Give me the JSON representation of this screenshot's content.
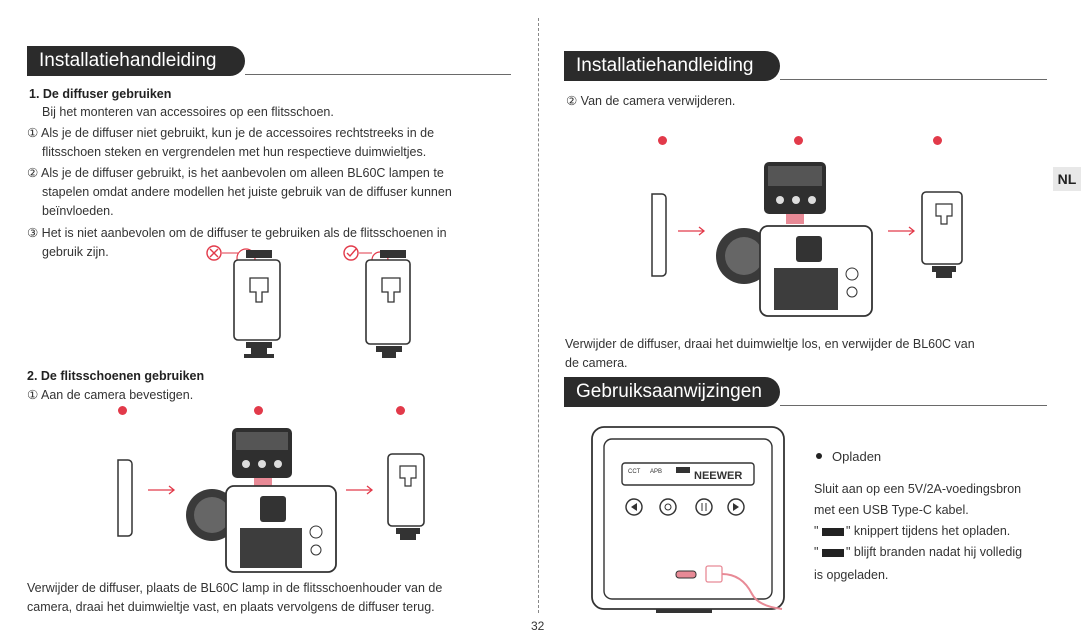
{
  "left": {
    "heading": "Installatiehandleiding",
    "sec1_title": "1. De diffuser gebruiken",
    "sec1_intro": "Bij het monteren van accessoires op een flitsschoen.",
    "item1_l1": "① Als je de diffuser niet gebruikt, kun je de accessoires rechtstreeks in de",
    "item1_l2": "flitsschoen steken en vergrendelen met hun respectieve duimwieltjes.",
    "item2_l1": "② Als je de diffuser gebruikt, is het aanbevolen om alleen BL60C lampen te",
    "item2_l2": "stapelen omdat andere modellen het juiste gebruik van de diffuser kunnen",
    "item2_l3": "beïnvloeden.",
    "item3_l1": "③ Het is niet aanbevolen om de diffuser te gebruiken als de flitsschoenen in",
    "item3_l2": "gebruik zijn.",
    "sec2_title": "2. De flitsschoenen gebruiken",
    "sec2_item": "① Aan de camera bevestigen.",
    "caption_l1": "Verwijder de diffuser, plaats de BL60C lamp in de flitsschoenhouder van de",
    "caption_l2": "camera, draai het duimwieltje vast, en plaats vervolgens de diffuser terug."
  },
  "right": {
    "heading": "Installatiehandleiding",
    "item": "② Van de camera verwijderen.",
    "caption_l1": "Verwijder de diffuser, draai het duimwieltje los, en verwijder de BL60C van",
    "caption_l2": "de camera.",
    "heading2": "Gebruiksaanwijzingen",
    "charge_title": "Opladen",
    "charge_l1": "Sluit aan op een 5V/2A-voedingsbron",
    "charge_l2": "met een USB Type-C kabel.",
    "charge_l3": "knippert tijdens het opladen.",
    "charge_l4": "blijft branden nadat hij volledig",
    "charge_l5": "is opgeladen.",
    "device_brand": "NEEWER",
    "device_cct": "CCT",
    "device_apb": "APB"
  },
  "lang_tab": "NL",
  "page_number": "32",
  "colors": {
    "accent_red": "#e23a4a",
    "banner": "#2b2b2b",
    "cable_pink": "#e88a96"
  }
}
